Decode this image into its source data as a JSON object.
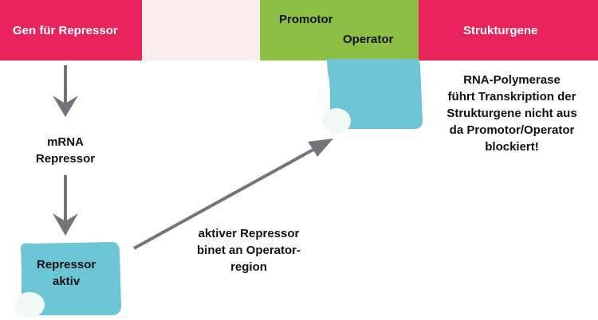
{
  "genes": {
    "repressor_gene": {
      "label": "Gen für Repressor",
      "color": "#e8245a"
    },
    "spacer": {
      "color": "#fdeeee"
    },
    "promotor": {
      "label": "Promotor",
      "color": "#8dbf45"
    },
    "operator": {
      "label": "Operator"
    },
    "structural_genes": {
      "label": "Strukturgene",
      "color": "#e8245a"
    }
  },
  "labels": {
    "mrna_line1": "mRNA",
    "mrna_line2": "Repressor",
    "repressor_line1": "Repressor",
    "repressor_line2": "aktiv",
    "binding_line1": "aktiver Repressor",
    "binding_line2": "binet an Operator-",
    "binding_line3": "region",
    "polymerase_line1": "RNA-Polymerase",
    "polymerase_line2": "führt Transkription der",
    "polymerase_line3": "Strukturgene nicht aus",
    "polymerase_line4": "da Promotor/Operator",
    "polymerase_line5": "blockiert!"
  },
  "colors": {
    "repressor_shape": "#6cc6d6",
    "arrow": "#76737a"
  }
}
